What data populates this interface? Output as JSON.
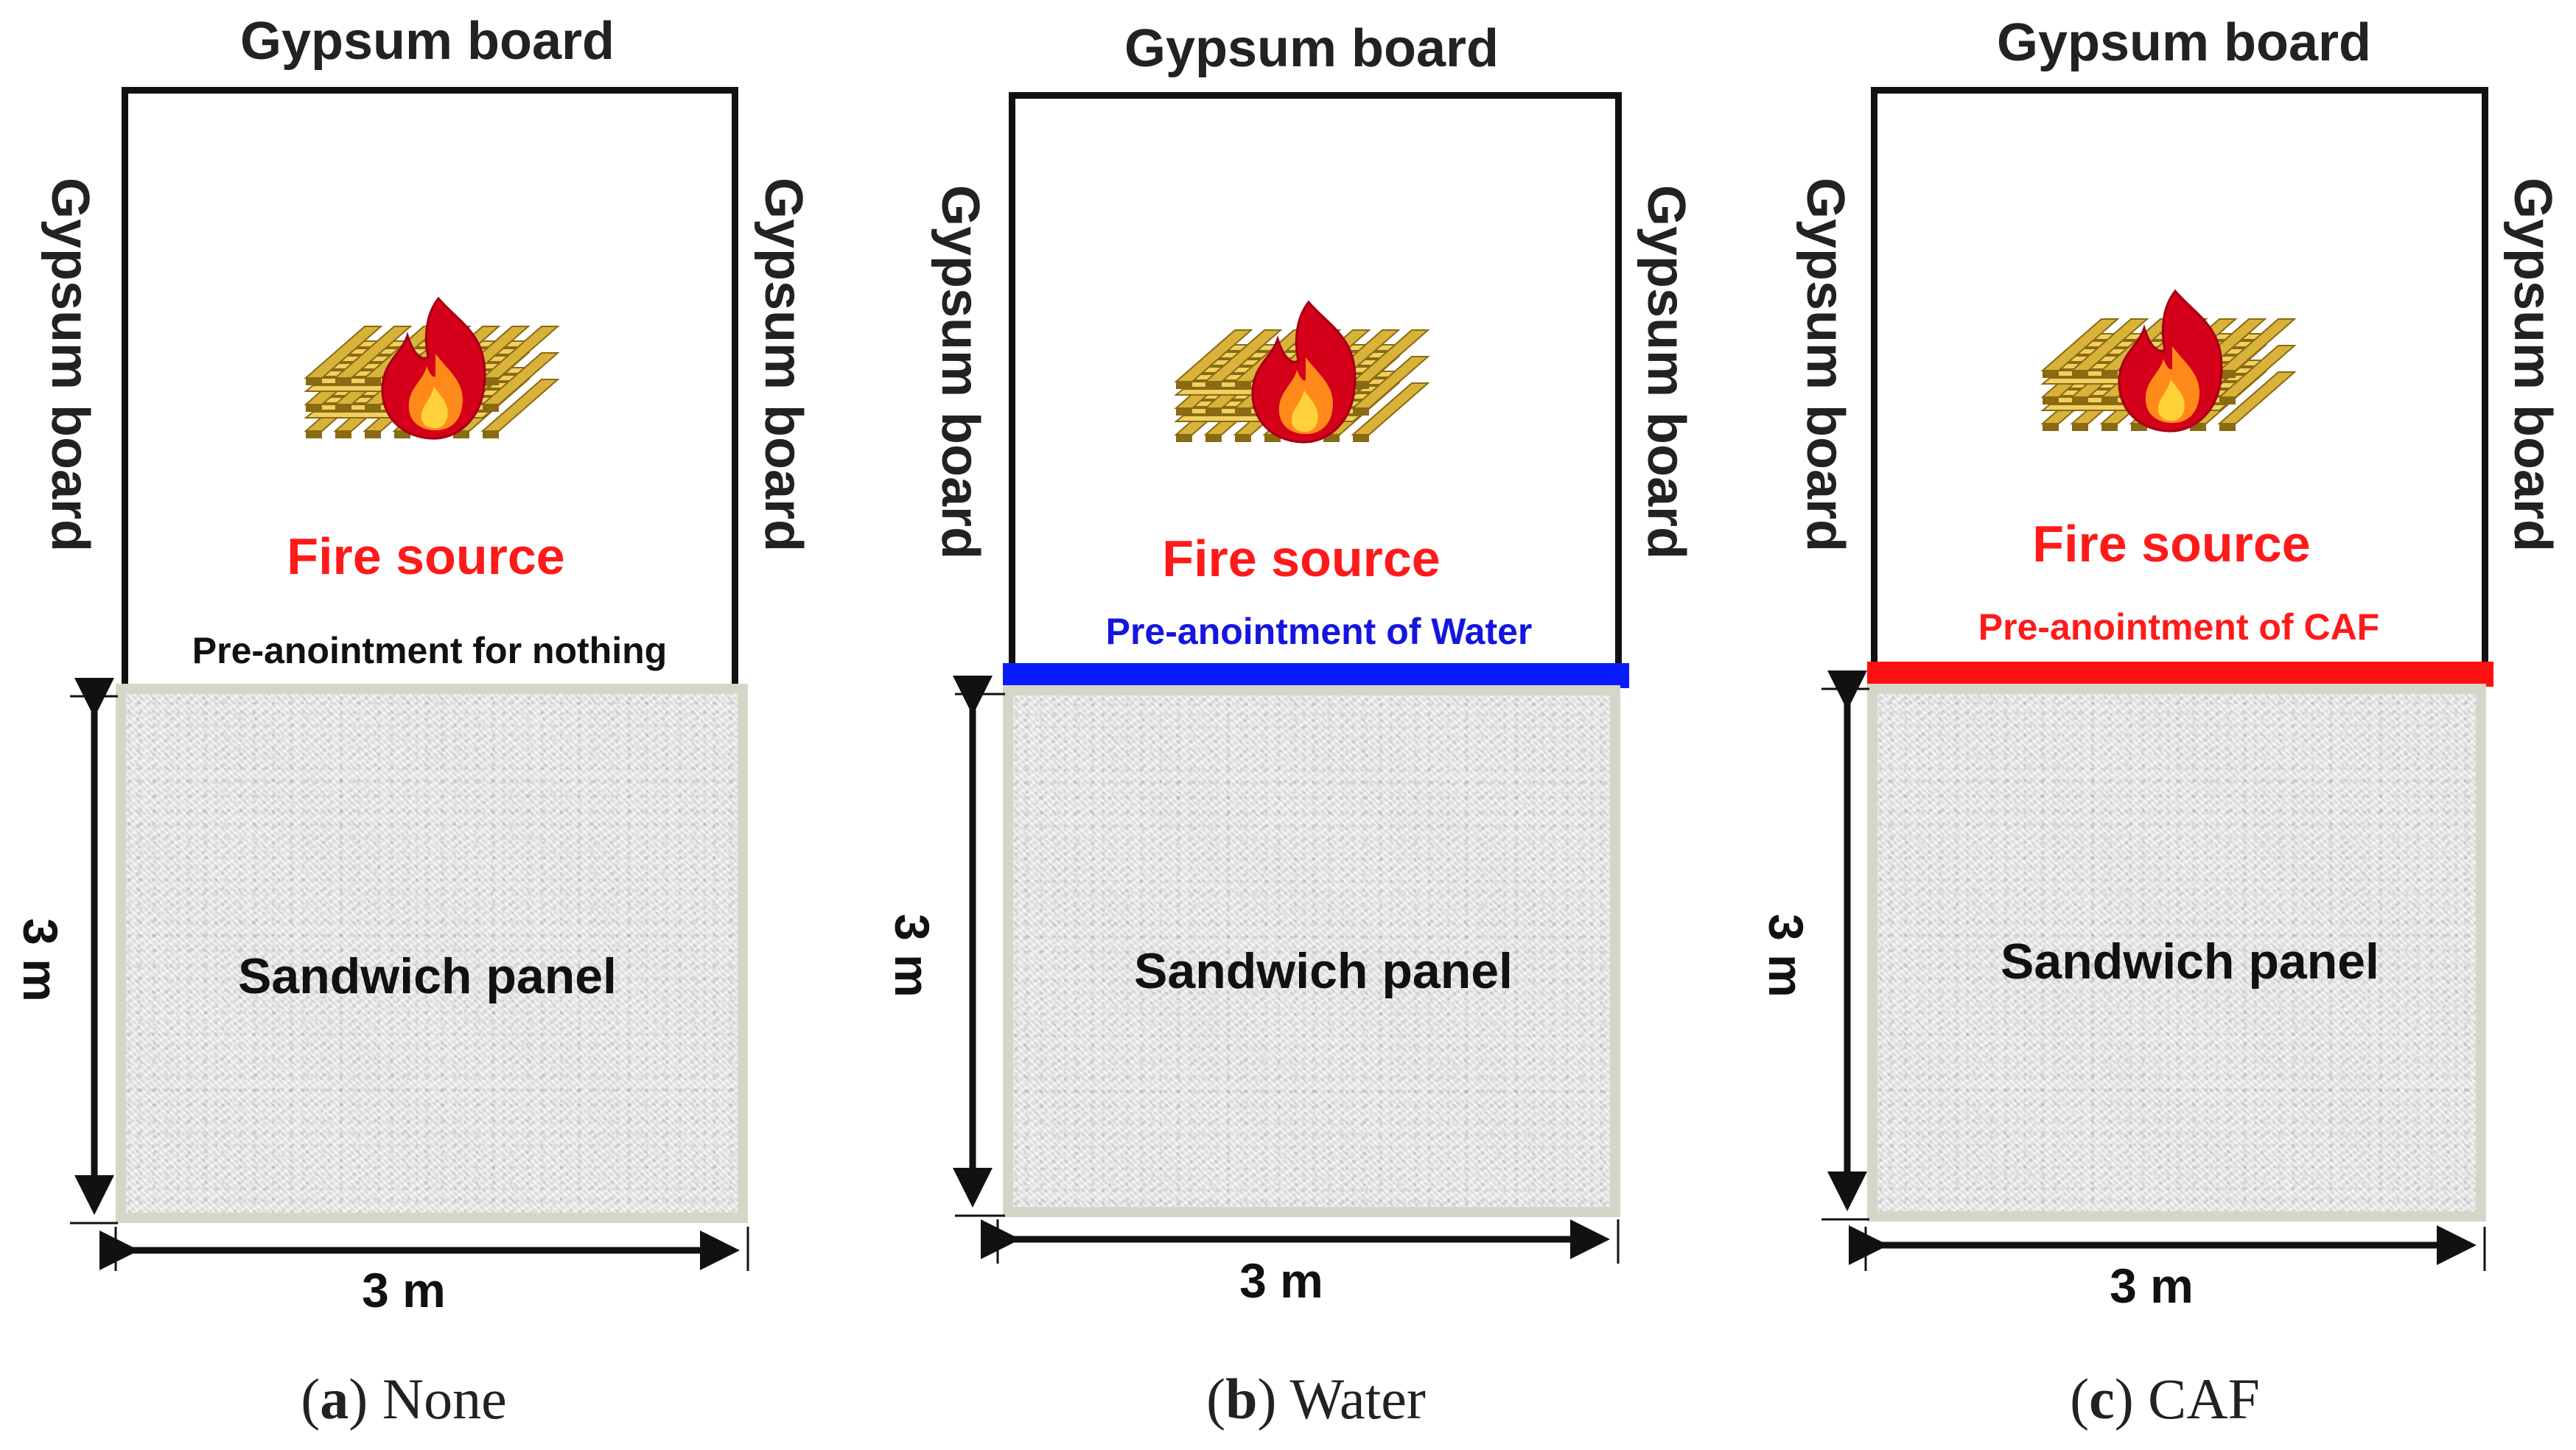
{
  "panels": [
    {
      "id": "a",
      "top_wall": "Gypsum board",
      "left_wall": "Gypsum board",
      "right_wall": "Gypsum board",
      "fire_label": "Fire source",
      "pre_label": "Pre-anointment for nothing",
      "pre_color": "#111111",
      "coat_color": "none",
      "panel_label": "Sandwich panel",
      "height_label": "3 m",
      "width_label": "3 m",
      "caption_letter": "a",
      "caption_text": "None"
    },
    {
      "id": "b",
      "top_wall": "Gypsum board",
      "left_wall": "Gypsum board",
      "right_wall": "Gypsum board",
      "fire_label": "Fire source",
      "pre_label": "Pre-anointment of Water",
      "pre_color": "#1515e0",
      "coat_color": "#0a1aff",
      "panel_label": "Sandwich panel",
      "height_label": "3 m",
      "width_label": "3 m",
      "caption_letter": "b",
      "caption_text": "Water"
    },
    {
      "id": "c",
      "top_wall": "Gypsum board",
      "left_wall": "Gypsum board",
      "right_wall": "Gypsum board",
      "fire_label": "Fire source",
      "pre_label": "Pre-anointment of CAF",
      "pre_color": "#ff1a1a",
      "coat_color": "#ff1010",
      "panel_label": "Sandwich panel",
      "height_label": "3 m",
      "width_label": "3 m",
      "caption_letter": "c",
      "caption_text": "CAF"
    }
  ],
  "icons": {
    "fire": "flame-on-wood-crib-icon"
  }
}
